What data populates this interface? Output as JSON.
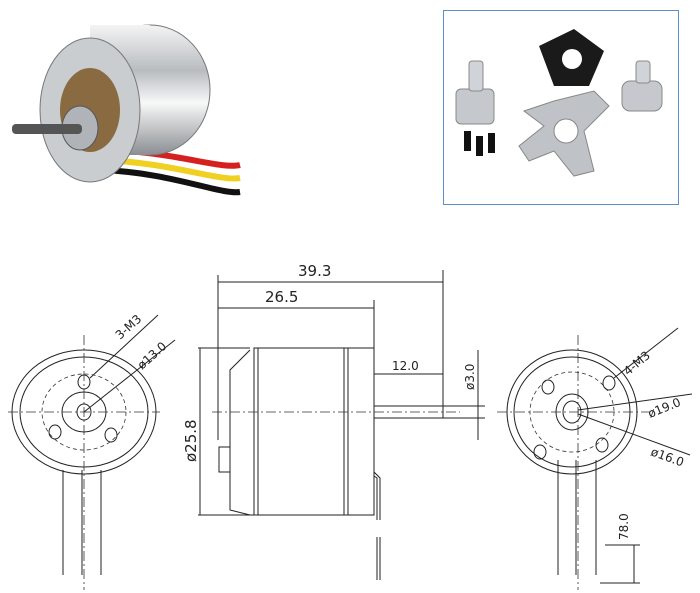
{
  "drawing": {
    "left_view": {
      "holes_label": "3-M3",
      "diameter_label": "ø13.0"
    },
    "side_view": {
      "overall_length": "39.3",
      "body_length": "26.5",
      "body_diameter": "ø25.8",
      "shaft_length": "12.0",
      "shaft_diameter": "ø3.0"
    },
    "right_view": {
      "holes_label": "4-M3",
      "outer_diameter_label": "ø19.0",
      "inner_diameter_label": "ø16.0",
      "lead_length": "78.0"
    }
  },
  "colors": {
    "frame": "#5b8fc7",
    "wire_red": "#d62020",
    "wire_yellow": "#f0d020",
    "wire_black": "#111111"
  }
}
